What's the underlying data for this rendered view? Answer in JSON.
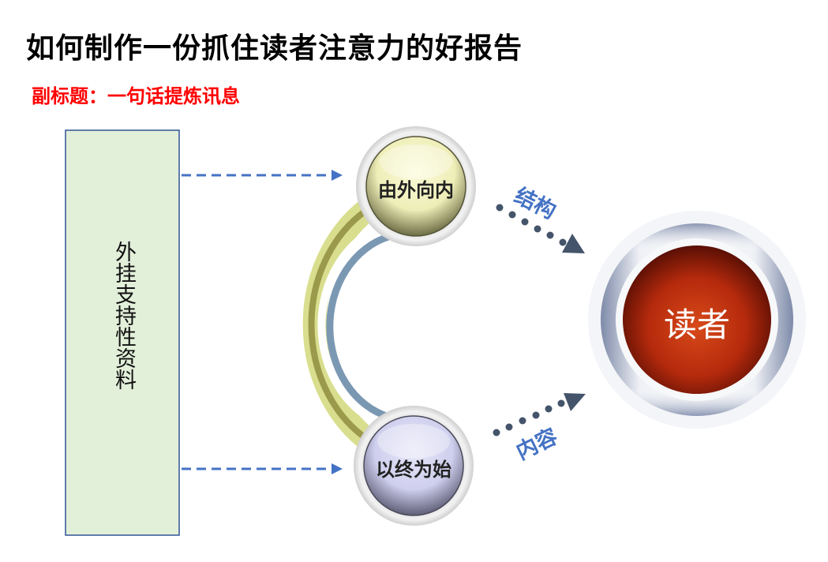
{
  "title": "如何制作一份抓住读者注意力的好报告",
  "subtitle": "副标题：一句话提炼讯息",
  "side_box": {
    "label": "外挂支持性资料"
  },
  "circles": {
    "top": "由外向内",
    "bottom": "以终为始",
    "reader": "读者"
  },
  "arrow_labels": {
    "top": "结构",
    "bottom": "内容"
  },
  "colors": {
    "title": "#000000",
    "subtitle": "#ff0000",
    "box_fill": "#e2efd9",
    "box_border": "#2f5597",
    "dashed_arrow": "#4472c4",
    "label_blue": "#4472c4",
    "dotted_arrow": "#44546a",
    "reader_core": "#c0310a"
  }
}
